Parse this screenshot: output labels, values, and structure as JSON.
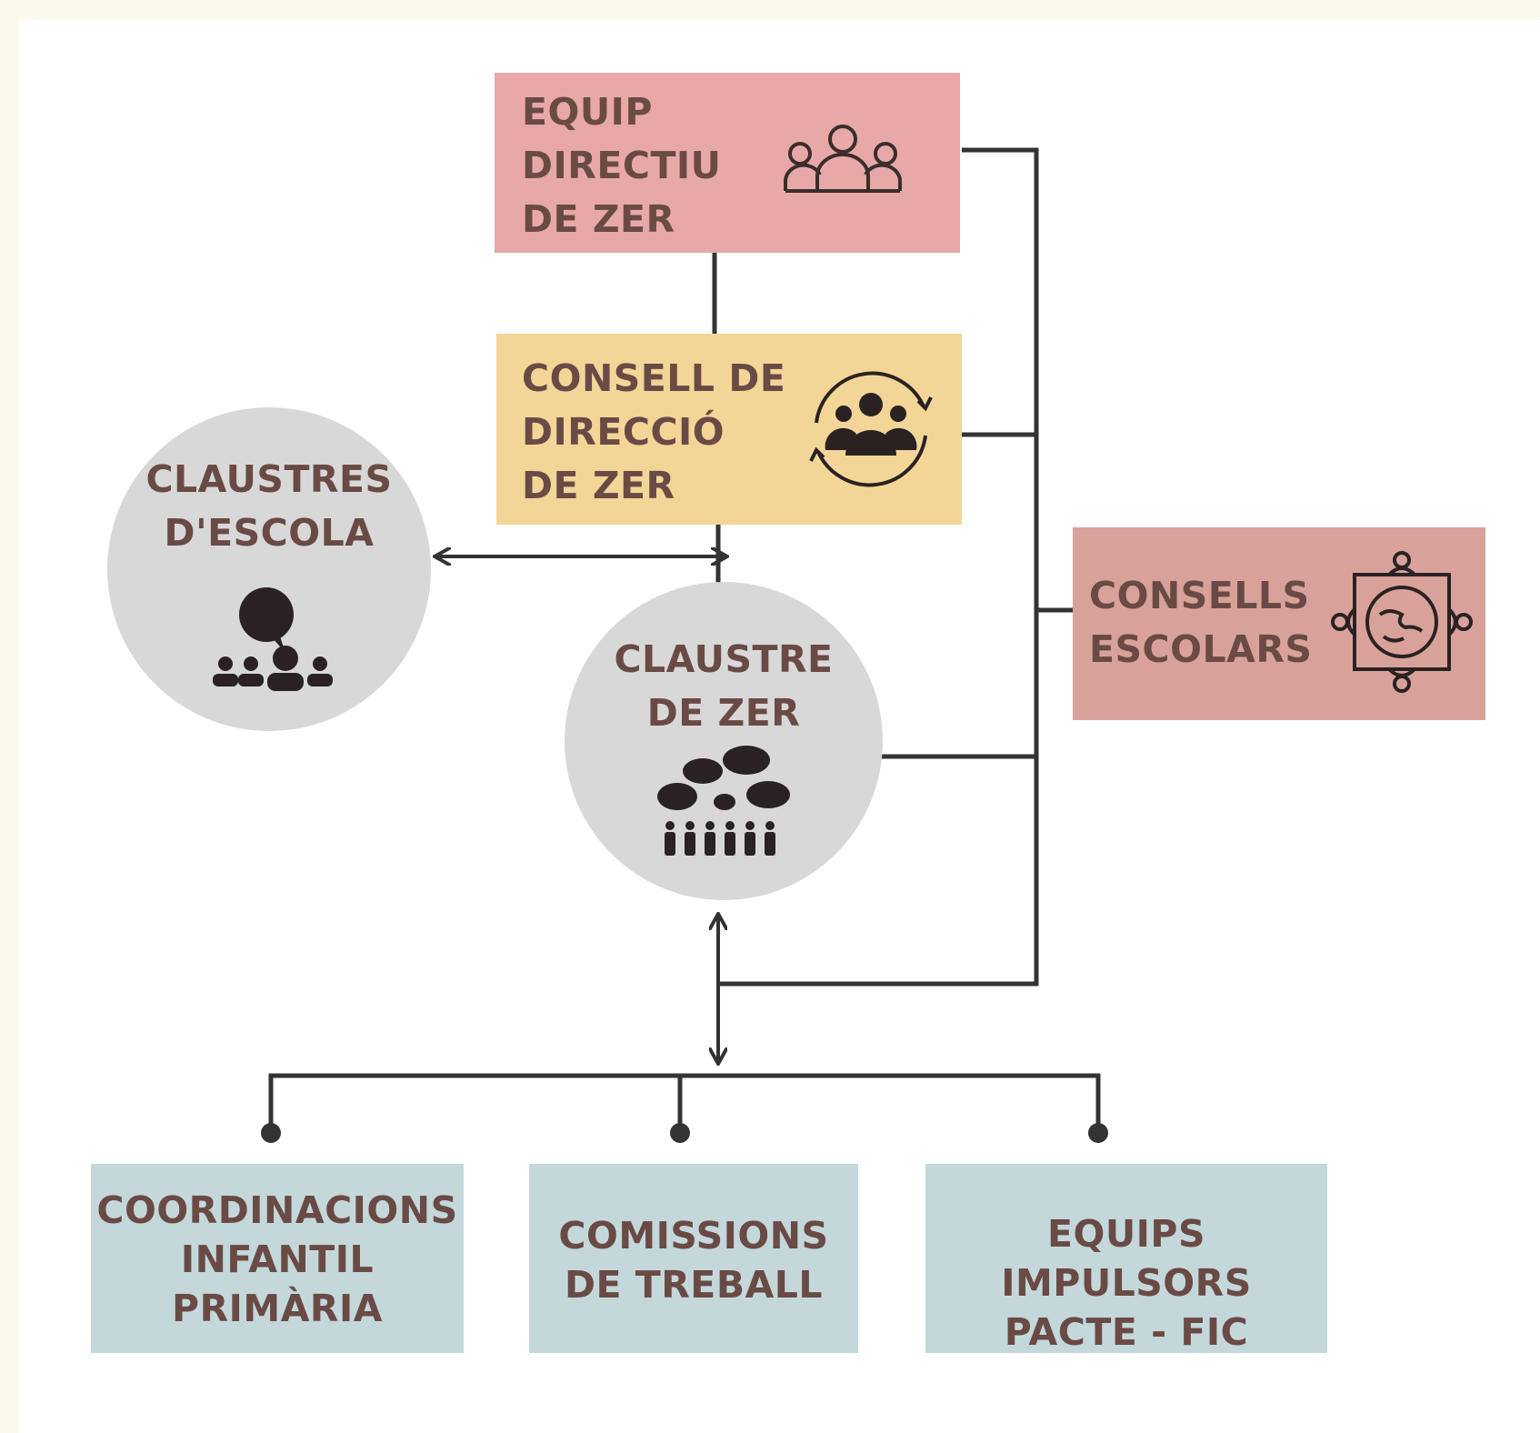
{
  "colors": {
    "page_bg": "#fdf8ee",
    "canvas_bg": "#ffffff",
    "pink": "#e8a8a8",
    "yellow": "#f3d598",
    "rose": "#d8a29a",
    "blue_grey": "#c4d8db",
    "circle": "#d9d8d8",
    "text": "#6a4a44",
    "line": "#333333"
  },
  "nodes": {
    "equip_directiu": {
      "label": "EQUIP\nDIRECTIU\nDE ZER",
      "icon": "team-outline-icon"
    },
    "consell_direccio": {
      "label": "CONSELL DE\nDIRECCIÓ\nDE ZER",
      "icon": "team-cycle-icon"
    },
    "claustres_escola": {
      "label": "CLAUSTRES\nD'ESCOLA",
      "icon": "speaker-audience-icon"
    },
    "claustre_zer": {
      "label": "CLAUSTRE\nDE ZER",
      "icon": "crowd-discussion-icon"
    },
    "consells_escolars": {
      "label": "CONSELLS\nESCOLARS",
      "icon": "roundtable-icon"
    },
    "coordinacions": {
      "label": "COORDINACIONS\nINFANTIL\nPRIMÀRIA"
    },
    "comissions": {
      "label": "COMISSIONS\nDE TREBALL"
    },
    "equips_impulsors": {
      "label": "EQUIPS IMPULSORS\nPACTE - FIC"
    }
  }
}
